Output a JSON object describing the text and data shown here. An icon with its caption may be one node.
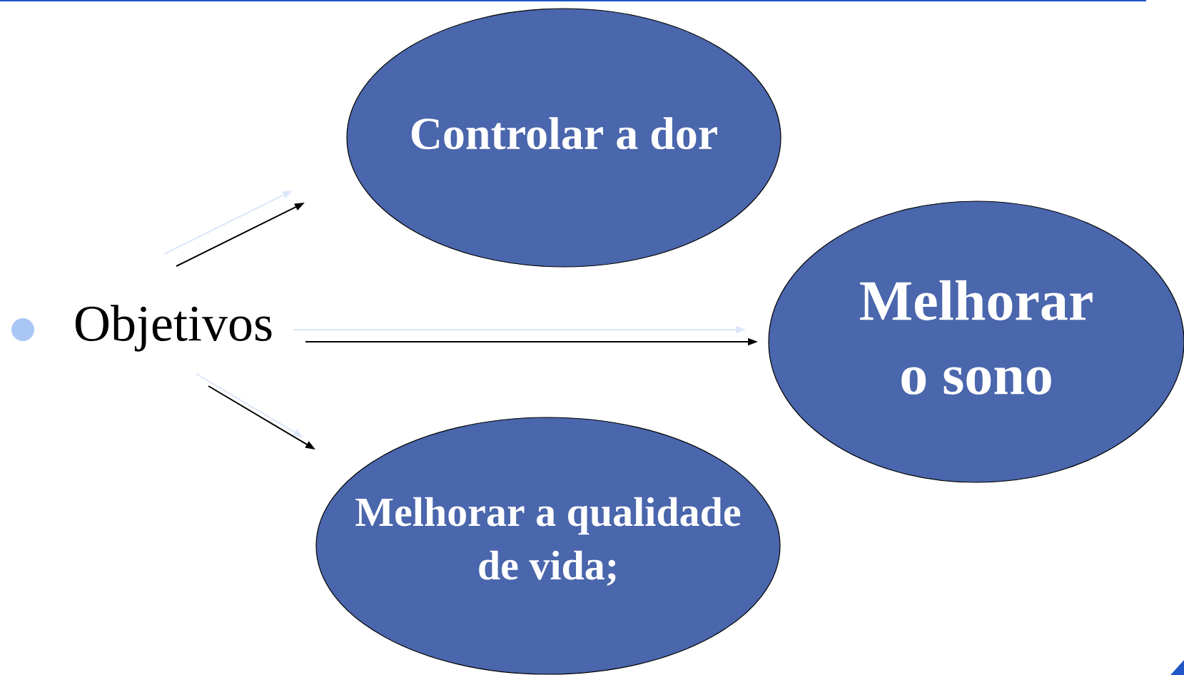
{
  "diagram": {
    "nodes": [
      {
        "text": [
          "Objetivos"
        ]
      },
      {
        "text": [
          "Controlar a dor"
        ]
      },
      {
        "text": [
          "Melhorar o sono"
        ]
      },
      {
        "text": [
          "Melhorar a qualidade de vida;"
        ]
      }
    ],
    "edges": [
      {
        "from": 0,
        "to": 1,
        "arrow": "to"
      },
      {
        "from": 0,
        "to": 2,
        "arrow": "to"
      },
      {
        "from": 0,
        "to": 3,
        "arrow": "to"
      }
    ]
  }
}
